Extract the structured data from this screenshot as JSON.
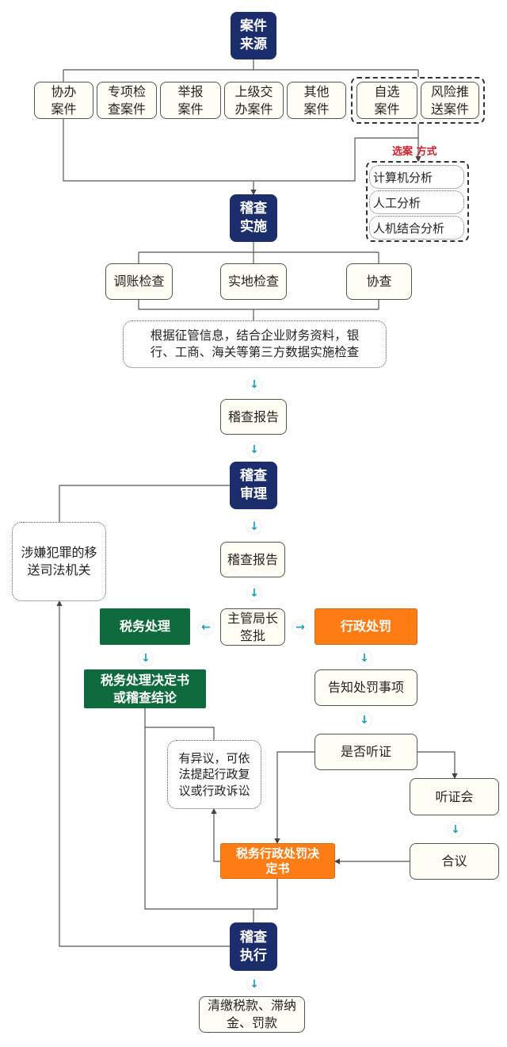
{
  "source": {
    "title": "案件\n来源",
    "types": [
      "协办\n案件",
      "专项检\n查案件",
      "举报\n案件",
      "上级交\n办案件",
      "其他\n案件",
      "自选\n案件",
      "风险推\n送案件"
    ],
    "selection_label": "选案 方式",
    "methods": [
      "计算机分析",
      "人工分析",
      "人机结合分析"
    ]
  },
  "implementation": {
    "title": "稽查\n实施",
    "methods": [
      "调账检查",
      "实地检查",
      "协查"
    ],
    "description": "根据征管信息，结合企业财务资料，银\n行、工商、海关等第三方数据实施检查",
    "report": "稽查报告"
  },
  "review": {
    "title": "稽查\n审理",
    "criminal_transfer": "涉嫌犯罪的移\n送司法机关",
    "report": "稽查报告",
    "approval": "主管局长\n签批",
    "tax_handling": "税务处理",
    "tax_decision": "税务处理决定书\n或稽查结论",
    "admin_penalty": "行政处罚",
    "notify": "告知处罚事项",
    "hearing_question": "是否听证",
    "hearing": "听证会",
    "deliberation": "合议",
    "objection": "有异议，可依\n法提起行政复\n议或行政诉讼",
    "penalty_decision": "税务行政处罚决\n定书"
  },
  "execution": {
    "title": "稽查\n执行",
    "result": "清缴税款、滞纳\n金、罚款"
  },
  "colors": {
    "navy": "#1c2d6b",
    "green": "#0f6b3d",
    "orange": "#ff7d14",
    "arrow": "#1a9db5",
    "red": "#d0202a"
  }
}
